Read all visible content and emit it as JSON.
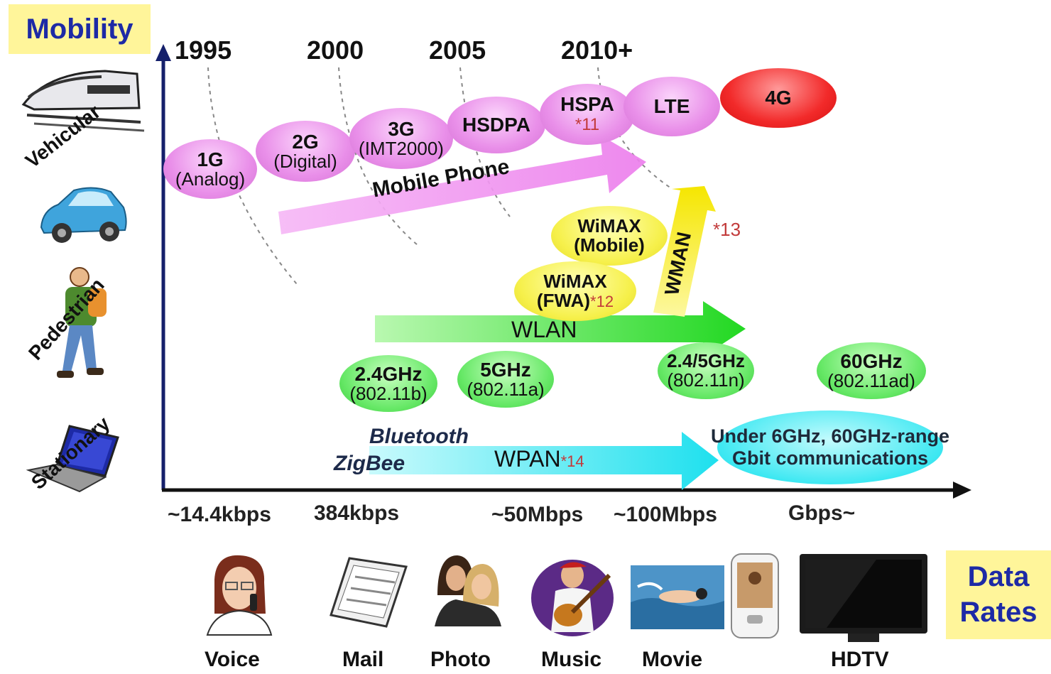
{
  "axes": {
    "y_label": "Mobility",
    "x_label_line1": "Data",
    "x_label_line2": "Rates"
  },
  "years": [
    "1995",
    "2000",
    "2005",
    "2010+"
  ],
  "mobility_levels": [
    "Vehicular",
    "Pedestrian",
    "Stationary"
  ],
  "cellular": [
    {
      "main": "1G",
      "sub": "(Analog)"
    },
    {
      "main": "2G",
      "sub": "(Digital)"
    },
    {
      "main": "3G",
      "sub": "(IMT2000)"
    },
    {
      "main": "HSDPA",
      "sub": ""
    },
    {
      "main": "HSPA",
      "sub": "*11"
    },
    {
      "main": "LTE",
      "sub": ""
    },
    {
      "main": "4G",
      "sub": ""
    }
  ],
  "arrows": {
    "mobile_phone": "Mobile Phone",
    "wlan": "WLAN",
    "wman": "WMAN",
    "wman_note": "*13",
    "wpan": "WPAN",
    "wpan_note": "*14"
  },
  "wimax": [
    {
      "line1": "WiMAX",
      "line2": "(Mobile)",
      "note": ""
    },
    {
      "line1": "WiMAX",
      "line2": "(FWA)",
      "note": "*12"
    }
  ],
  "wlan_bands": [
    {
      "main": "2.4GHz",
      "sub": "(802.11b)"
    },
    {
      "main": "5GHz",
      "sub": "(802.11a)"
    },
    {
      "main": "2.4/5GHz",
      "sub": "(802.11n)"
    },
    {
      "main": "60GHz",
      "sub": "(802.11ad)"
    }
  ],
  "wpan_tech": [
    "Bluetooth",
    "ZigBee"
  ],
  "gbit": {
    "line1": "Under 6GHz, 60GHz-range",
    "line2": "Gbit communications"
  },
  "data_rates": [
    "~14.4kbps",
    "384kbps",
    "~50Mbps",
    "~100Mbps",
    "Gbps~"
  ],
  "applications": [
    "Voice",
    "Mail",
    "Photo",
    "Music",
    "Movie",
    "HDTV"
  ],
  "icons": [
    "train-icon",
    "car-icon",
    "hiker-icon",
    "laptop-icon",
    "phone-user-icon",
    "pda-icon",
    "people-icon",
    "guitarist-icon",
    "swimmer-icon",
    "mobile-device-icon",
    "tv-icon"
  ],
  "colors": {
    "cellular": "#e98fe9",
    "fourg": "#f22a2a",
    "wimax": "#f6f04a",
    "wlan": "#66e866",
    "wpan": "#39e6f0",
    "axis": "#15206b"
  }
}
